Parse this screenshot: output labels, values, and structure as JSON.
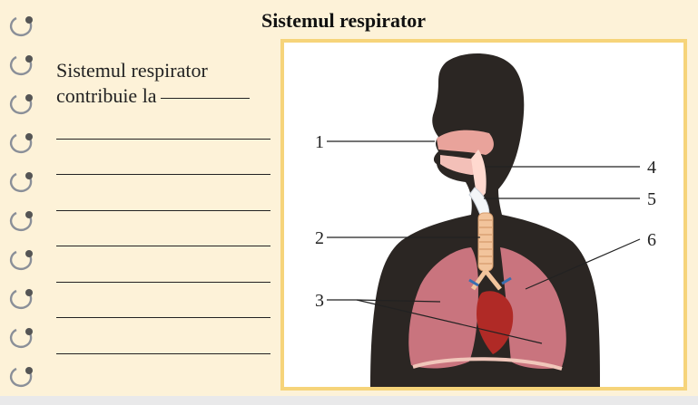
{
  "title": "Sistemul respirator",
  "prompt": {
    "line1": "Sistemul respirator",
    "line2": "contribuie la"
  },
  "labels": [
    "1",
    "2",
    "3",
    "4",
    "5",
    "6"
  ]
}
